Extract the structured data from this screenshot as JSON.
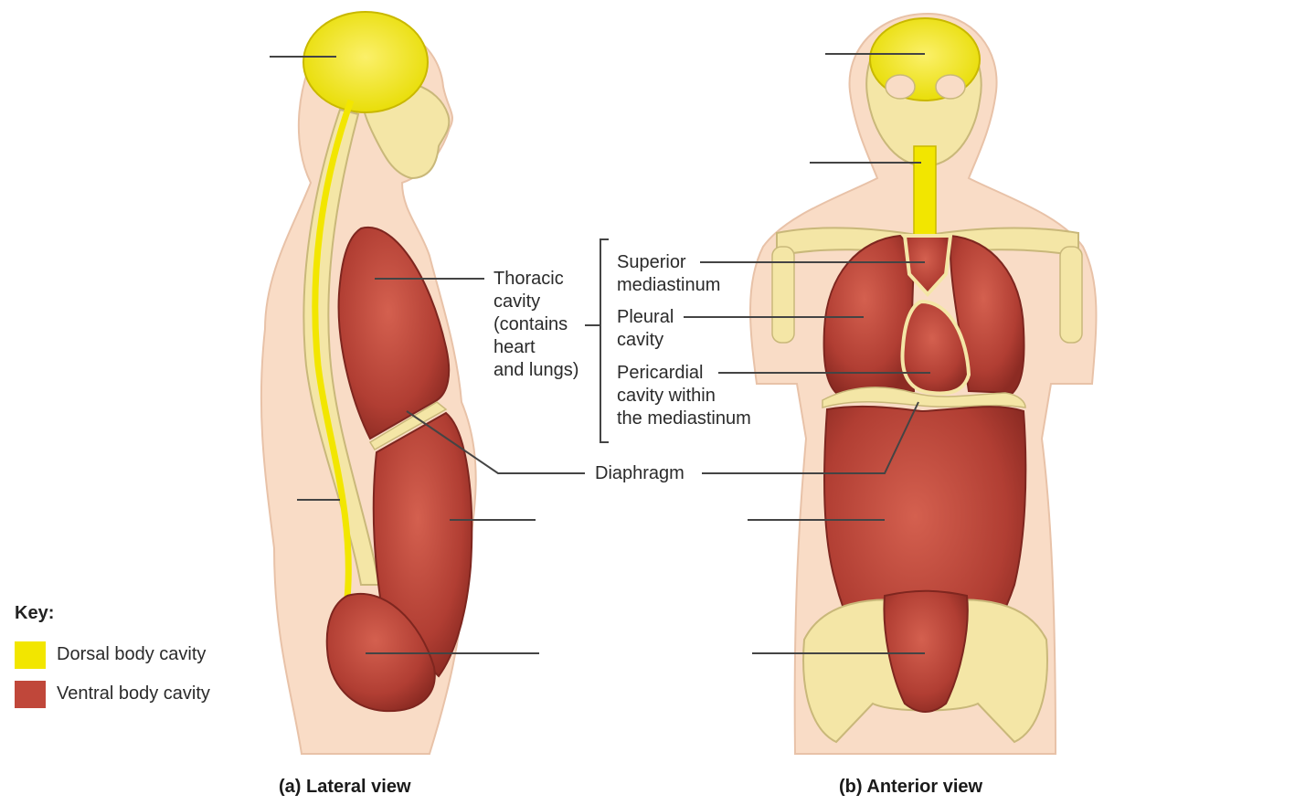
{
  "labels": {
    "thoracic": [
      "Thoracic",
      "cavity",
      "(contains",
      "heart",
      "and lungs)"
    ],
    "superior": [
      "Superior",
      "mediastinum"
    ],
    "pleural": [
      "Pleural",
      "cavity"
    ],
    "pericardial": [
      "Pericardial",
      "cavity within",
      "the mediastinum"
    ],
    "diaphragm": "Diaphragm"
  },
  "captions": {
    "a_letter": "(a)",
    "a_text": "Lateral view",
    "b_letter": "(b)",
    "b_text": "Anterior view"
  },
  "key": {
    "title": "Key:",
    "items": [
      {
        "label": "Dorsal body cavity",
        "color": "#f2e600"
      },
      {
        "label": "Ventral body cavity",
        "color": "#c0473a"
      }
    ]
  },
  "colors": {
    "skin": "#f9dcc6",
    "bone": "#f4e6a6",
    "dorsal": "#f2e600",
    "ventral": "#b8443a",
    "leader": "#444444"
  }
}
